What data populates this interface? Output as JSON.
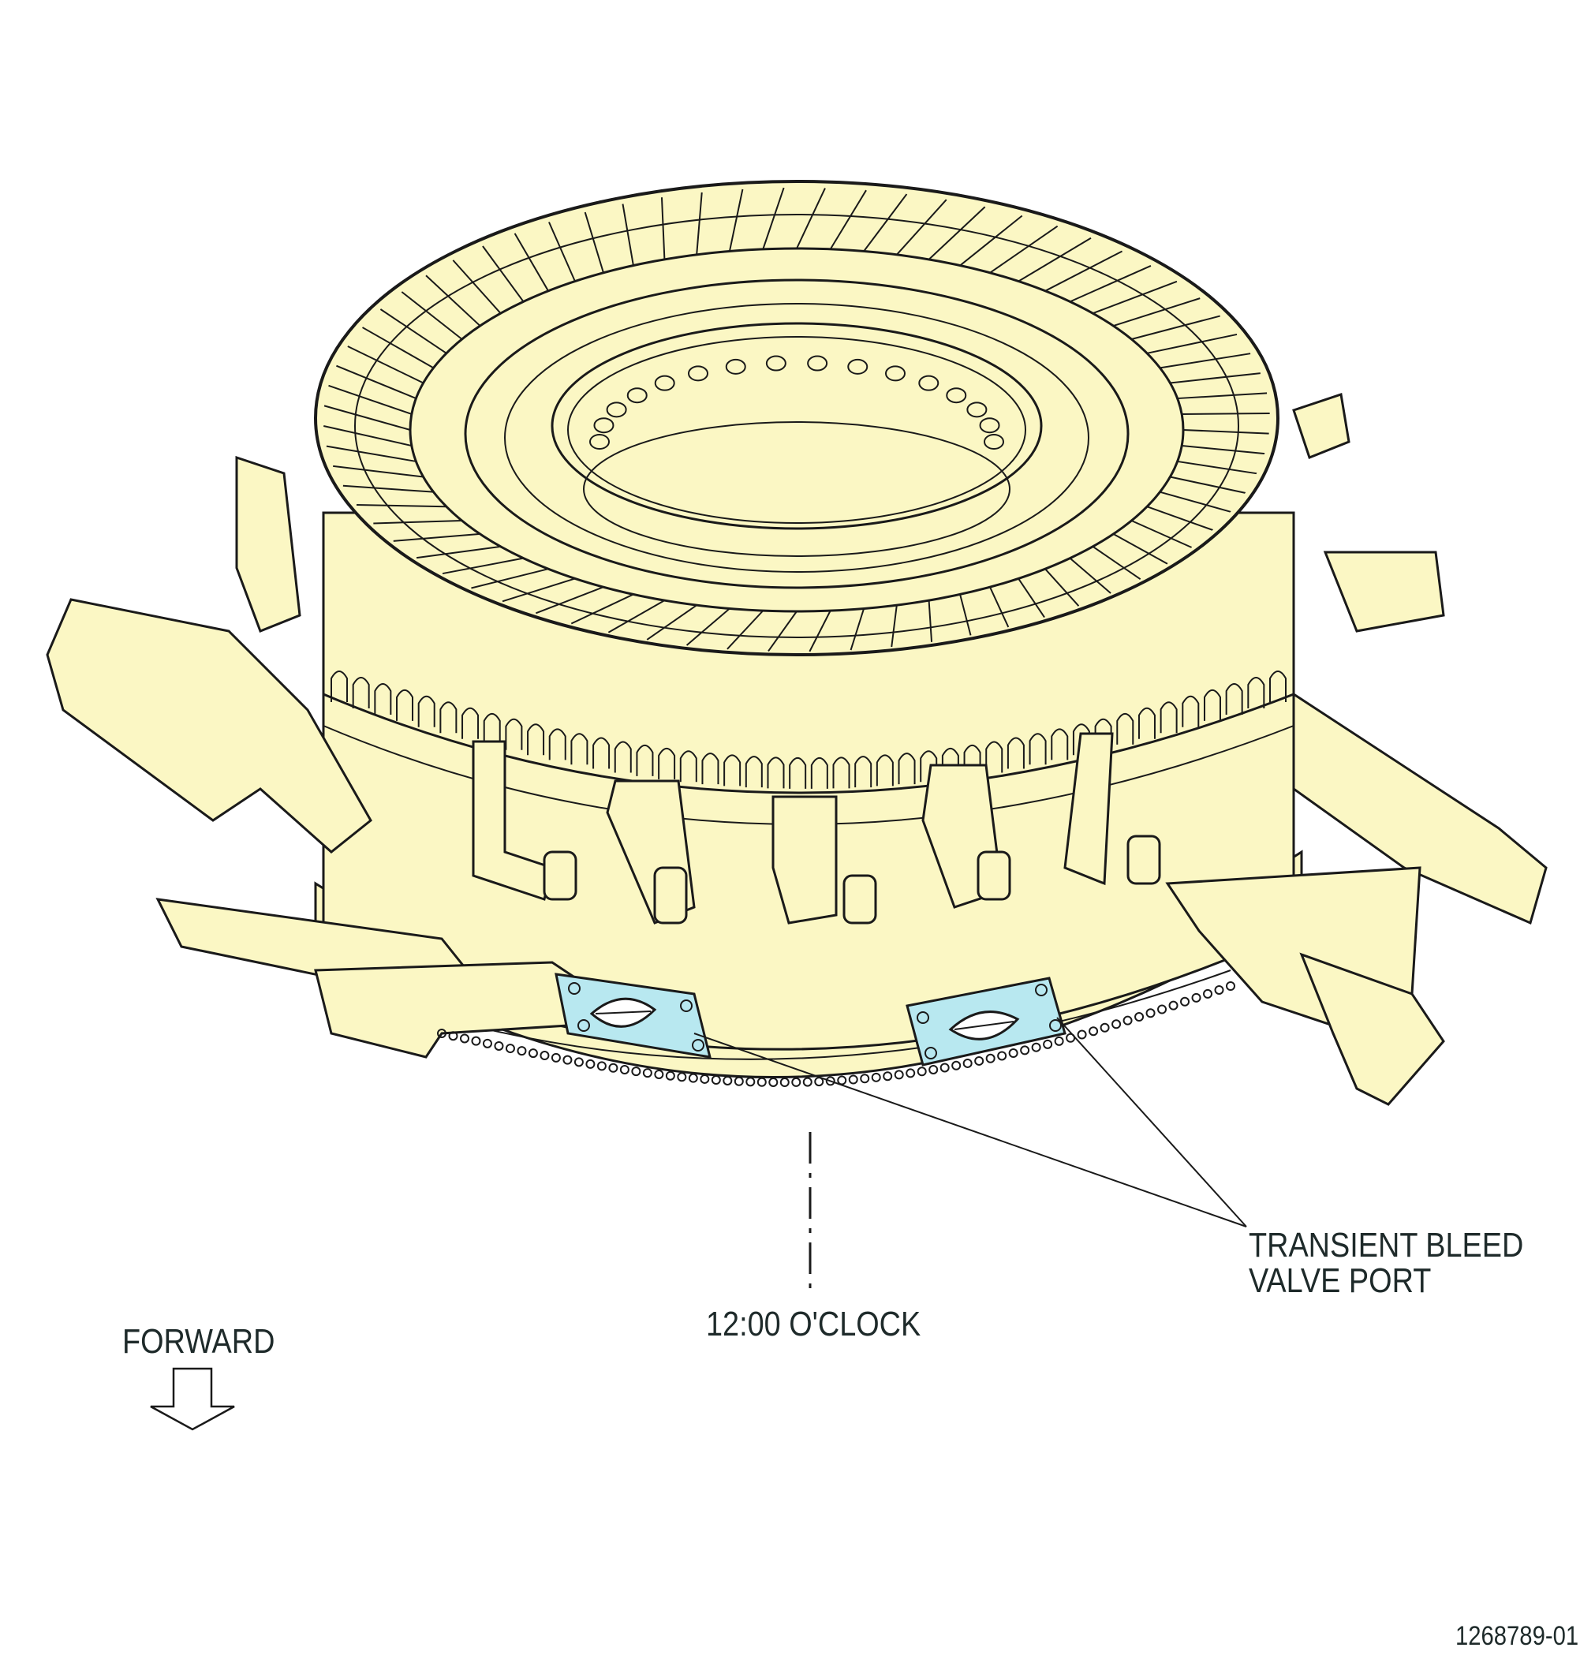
{
  "labels": {
    "bleed_line1": "TRANSIENT BLEED",
    "bleed_line2": "VALVE PORT",
    "clock": "12:00 O'CLOCK",
    "forward": "FORWARD",
    "figure_id": "1268789-01"
  },
  "colors": {
    "part_fill": "#fbf7c4",
    "highlight_fill": "#b8e8f0",
    "line": "#1a1a1a"
  },
  "icons": {
    "forward_arrow": "arrow-down-outline-icon"
  }
}
